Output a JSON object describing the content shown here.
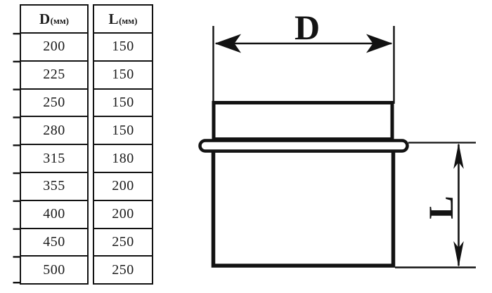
{
  "colors": {
    "background": "#ffffff",
    "ink": "#121212"
  },
  "table": {
    "columns": [
      {
        "main": "D",
        "unit": "(мм)"
      },
      {
        "main": "L",
        "unit": "(мм)"
      }
    ],
    "rows": [
      {
        "d": "200",
        "l": "150"
      },
      {
        "d": "225",
        "l": "150"
      },
      {
        "d": "250",
        "l": "150"
      },
      {
        "d": "280",
        "l": "150"
      },
      {
        "d": "315",
        "l": "180"
      },
      {
        "d": "355",
        "l": "200"
      },
      {
        "d": "400",
        "l": "200"
      },
      {
        "d": "450",
        "l": "250"
      },
      {
        "d": "500",
        "l": "250"
      }
    ]
  },
  "diagram": {
    "labels": {
      "diameter": "D",
      "length": "L"
    }
  }
}
